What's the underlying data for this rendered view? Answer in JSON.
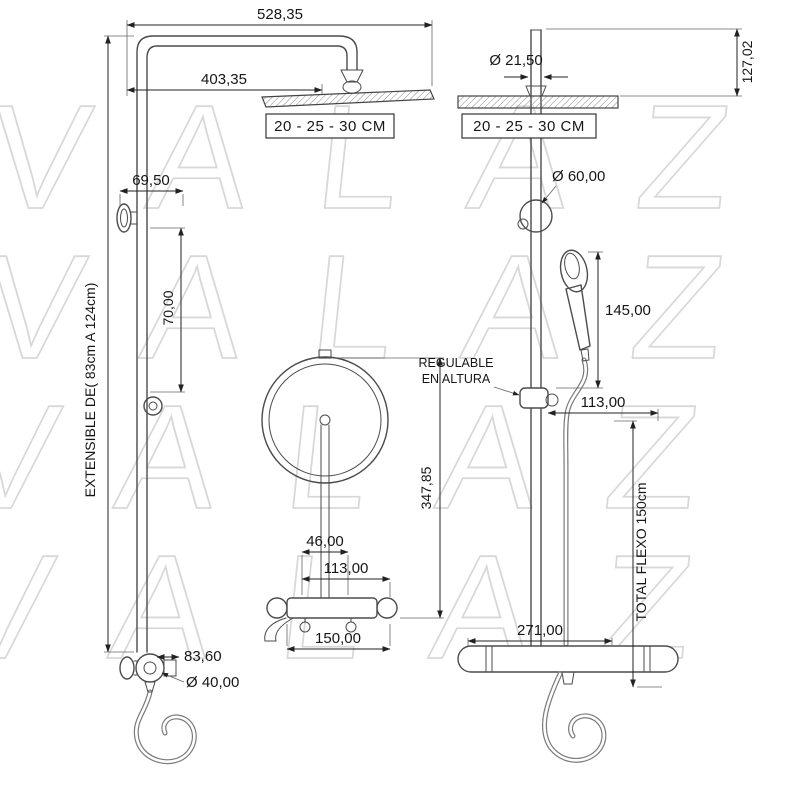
{
  "watermark": "VALAZ",
  "side_view": {
    "overall_width": "528,35",
    "arm_length": "403,35",
    "head_sizes": "20 - 25 - 30 CM",
    "bracket_offset": "69,50",
    "slider_travel": "70,00",
    "extensible": "EXTENSIBLE DE( 83cm A 124cm)",
    "valve_depth": "83,60",
    "outlet_diameter": "Ø 40,00"
  },
  "head_view": {
    "pipe_offset": "46,00",
    "valve_body_width": "113,00",
    "valve_total_width": "150,00",
    "head_drop": "347,85"
  },
  "column_view": {
    "pipe_diameter": "Ø 21,50",
    "top_section": "127,02",
    "head_sizes": "20 - 25 - 30 CM",
    "holder_diameter": "Ø 60,00",
    "handshower_length": "145,00",
    "adjustable_1": "REGULABLE",
    "adjustable_2": "EN ALTURA",
    "holder_offset": "113,00",
    "hose_total": "TOTAL FLEXO 150cm",
    "valve_width": "271,00"
  }
}
